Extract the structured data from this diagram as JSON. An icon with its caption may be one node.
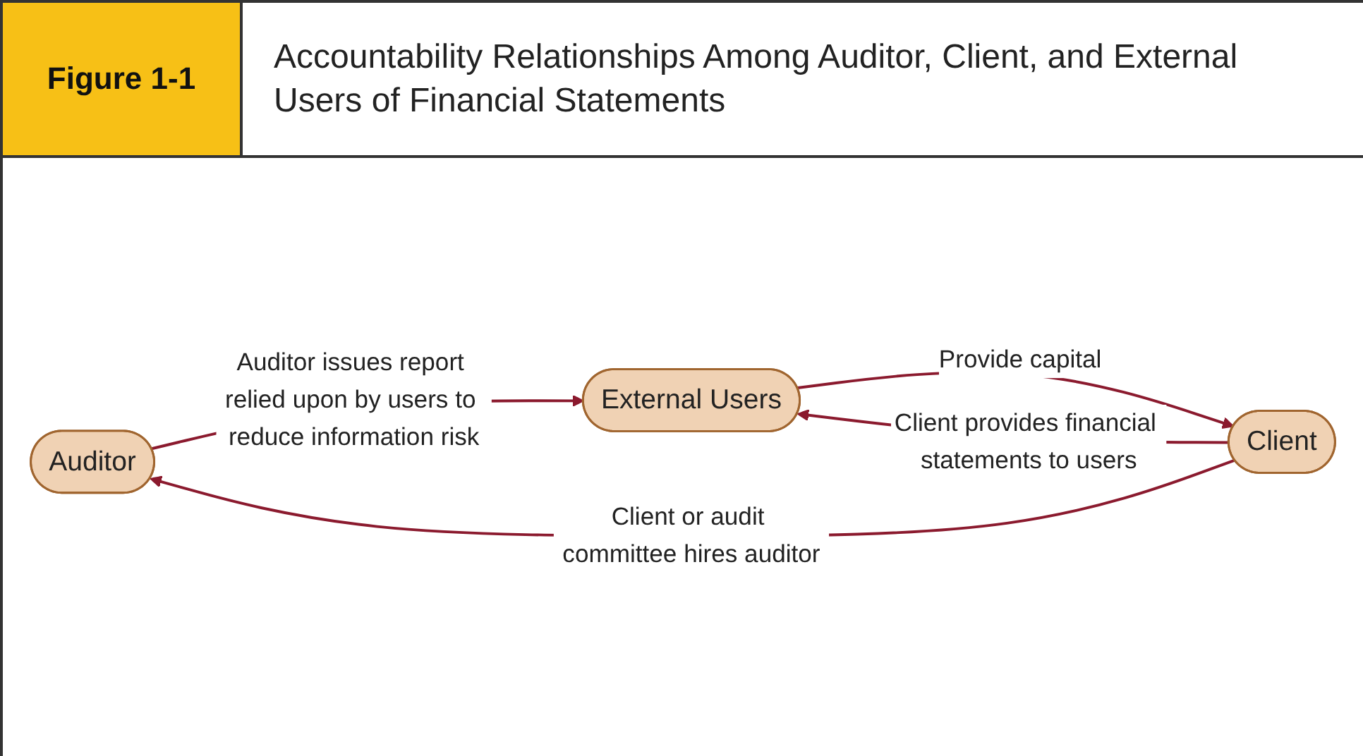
{
  "diagram": {
    "title": "Accountability Relationships Among Auditor, Client, and External Users of Financial Statements",
    "nodes": [
      {
        "text": [
          "Auditor"
        ]
      },
      {
        "text": [
          "Client"
        ]
      },
      {
        "text": [
          "External Users"
        ]
      }
    ],
    "edges": [
      {
        "from": 1,
        "to": 0,
        "arrow": "to",
        "label": "Client or audit committee hires auditor"
      },
      {
        "from": 0,
        "to": 2,
        "arrow": "to",
        "label": "Auditor issues report relied upon by users to reduce information risk"
      },
      {
        "from": 2,
        "to": 1,
        "arrow": "to",
        "label": "Provide capital"
      },
      {
        "from": 1,
        "to": 2,
        "arrow": "to",
        "label": "Client provides financial statements to users"
      }
    ],
    "labels": [
      "Figure 1-1"
    ]
  }
}
